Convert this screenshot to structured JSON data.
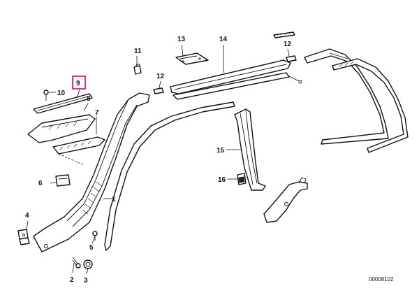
{
  "callouts": {
    "c1": "1",
    "c2": "2",
    "c3": "3",
    "c4": "4",
    "c5": "5",
    "c6": "6",
    "c7": "7",
    "c8": "8",
    "c9": "9",
    "c10": "10",
    "c11": "11",
    "c12a": "12",
    "c12b": "12",
    "c13": "13",
    "c14": "14",
    "c15": "15",
    "c16": "16"
  },
  "highlighted_callout": "9",
  "highlight_color": "#e0338a",
  "diagram_number": "00008102"
}
